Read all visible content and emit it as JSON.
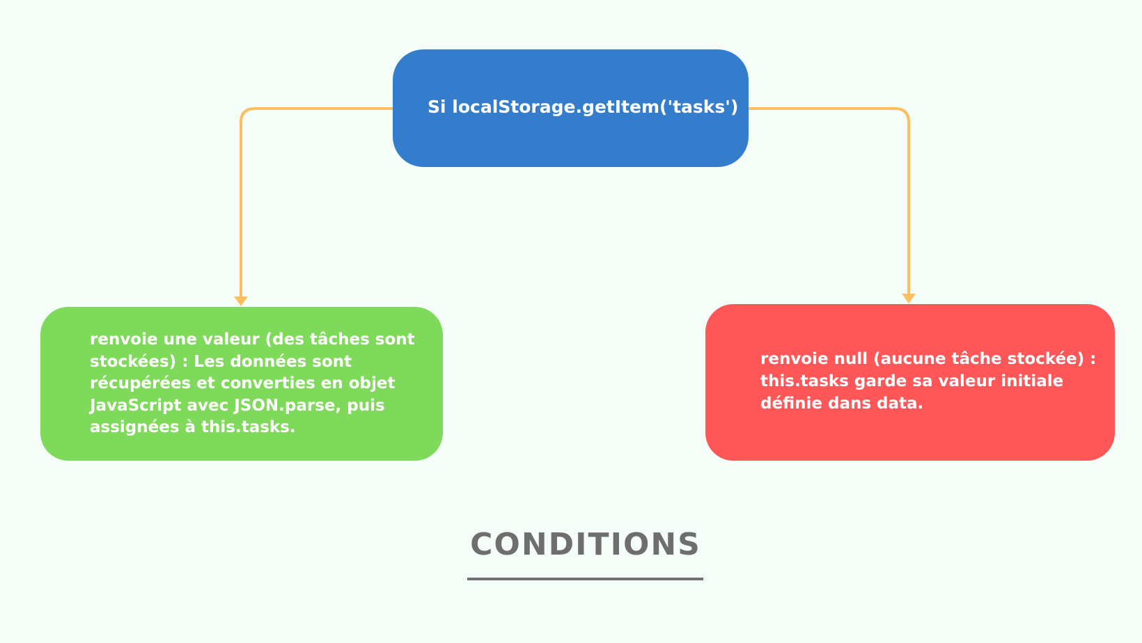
{
  "diagram": {
    "condition_node": {
      "text": "Si localStorage.getItem('tasks')",
      "color": "#337dcc"
    },
    "true_branch": {
      "text": "renvoie une valeur (des tâches sont stockées) : Les données sont récupérées et converties en objet JavaScript avec JSON.parse, puis assignées à this.tasks.",
      "color": "#7fd95a"
    },
    "false_branch": {
      "text": "renvoie null (aucune tâche stockée) : this.tasks garde sa valeur initiale définie dans data.",
      "color": "#ff5757"
    },
    "connector_color": "#ffbf5e",
    "title": "CONDITIONS",
    "title_color": "#6e6e6e"
  }
}
